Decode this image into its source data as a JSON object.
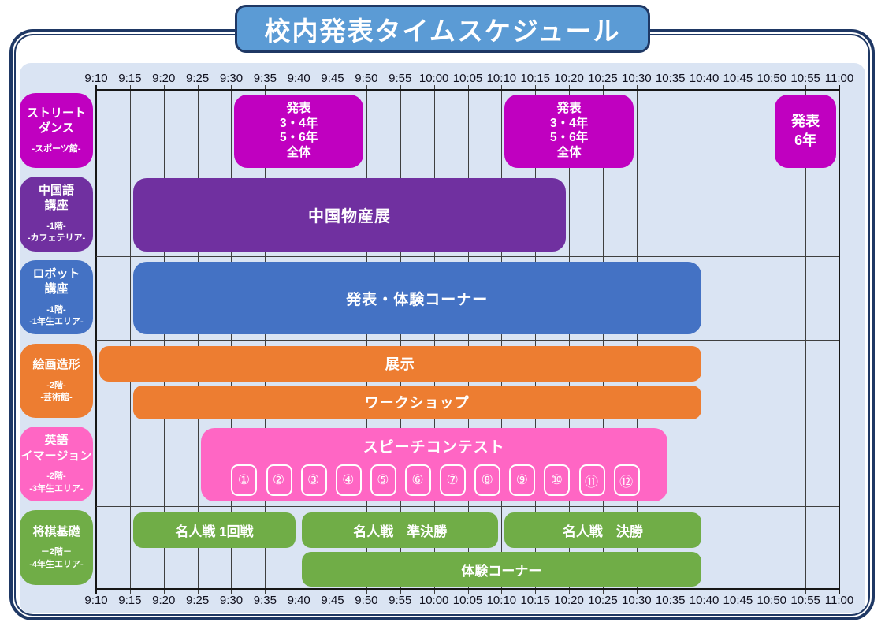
{
  "title": "校内発表タイムスケジュール",
  "colors": {
    "magenta": "#c000c0",
    "purple": "#7030a0",
    "blue": "#4472c4",
    "orange": "#ed7d31",
    "pink": "#ff66c4",
    "green": "#70ad47",
    "title_bg": "#5b9bd5",
    "border_navy": "#1f3864",
    "panel_bg": "#dae4f3",
    "grid_line": "#3f3f3f"
  },
  "axis": {
    "start": "9:10",
    "end": "11:00",
    "step_minutes": 5,
    "labels": [
      "9:10",
      "9:15",
      "9:20",
      "9:25",
      "9:30",
      "9:35",
      "9:40",
      "9:45",
      "9:50",
      "9:55",
      "10:00",
      "10:05",
      "10:10",
      "10:15",
      "10:20",
      "10:25",
      "10:30",
      "10:35",
      "10:40",
      "10:45",
      "10:50",
      "10:55",
      "11:00"
    ]
  },
  "chart_data": {
    "type": "gantt",
    "time_axis": {
      "start": "9:10",
      "end": "11:00",
      "interval_minutes": 5,
      "labels_shown": "top and bottom"
    },
    "rows": [
      {
        "id": "street-dance",
        "label_lines": [
          "ストリート",
          "ダンス"
        ],
        "sublabel_lines": [
          "-スポーツ館-"
        ],
        "color": "#c000c0",
        "bars": [
          {
            "label_lines": [
              "発表",
              "3・4年",
              "5・6年",
              "全体"
            ],
            "start": "9:30",
            "end": "9:50"
          },
          {
            "label_lines": [
              "発表",
              "3・4年",
              "5・6年",
              "全体"
            ],
            "start": "10:10",
            "end": "10:30"
          },
          {
            "label_lines": [
              "発表",
              "6年"
            ],
            "start": "10:50",
            "end": "11:00"
          }
        ]
      },
      {
        "id": "chinese-course",
        "label_lines": [
          "中国語",
          "講座"
        ],
        "sublabel_lines": [
          "-1階-",
          "-カフェテリア-"
        ],
        "color": "#7030a0",
        "bars": [
          {
            "label_lines": [
              "中国物産展"
            ],
            "start": "9:15",
            "end": "10:20"
          }
        ]
      },
      {
        "id": "robot-course",
        "label_lines": [
          "ロボット",
          "講座"
        ],
        "sublabel_lines": [
          "-1階-",
          "-1年生エリア-"
        ],
        "color": "#4472c4",
        "bars": [
          {
            "label_lines": [
              "発表・体験コーナー"
            ],
            "start": "9:15",
            "end": "10:40"
          }
        ]
      },
      {
        "id": "art-modeling",
        "label_lines": [
          "絵画造形"
        ],
        "sublabel_lines": [
          "-2階-",
          "-芸術館-"
        ],
        "color": "#ed7d31",
        "bars": [
          {
            "label_lines": [
              "展示"
            ],
            "start": "9:10",
            "end": "10:40",
            "lane": 0
          },
          {
            "label_lines": [
              "ワークショップ"
            ],
            "start": "9:15",
            "end": "10:40",
            "lane": 1
          }
        ]
      },
      {
        "id": "english-immersion",
        "label_lines": [
          "英語",
          "イマージョン"
        ],
        "sublabel_lines": [
          "-2階-",
          "-3年生エリア-"
        ],
        "color": "#ff66c4",
        "bars": [
          {
            "label_lines": [
              "スピーチコンテスト"
            ],
            "start": "9:25",
            "end": "10:35",
            "slots": {
              "start": "9:30",
              "end": "10:30",
              "items": [
                "①",
                "②",
                "③",
                "④",
                "⑤",
                "⑥",
                "⑦",
                "⑧",
                "⑨",
                "⑩",
                "⑪",
                "⑫"
              ]
            }
          }
        ]
      },
      {
        "id": "shogi-basics",
        "label_lines": [
          "将棋基礎"
        ],
        "sublabel_lines": [
          "－2階－",
          "-4年生エリア-"
        ],
        "color": "#70ad47",
        "bars": [
          {
            "label_lines": [
              "名人戦 1回戦"
            ],
            "start": "9:15",
            "end": "9:40",
            "lane": 0
          },
          {
            "label_lines": [
              "名人戦　準決勝"
            ],
            "start": "9:40",
            "end": "10:10",
            "lane": 0
          },
          {
            "label_lines": [
              "名人戦　決勝"
            ],
            "start": "10:10",
            "end": "10:40",
            "lane": 0
          },
          {
            "label_lines": [
              "体験コーナー"
            ],
            "start": "9:40",
            "end": "10:40",
            "lane": 1
          }
        ]
      }
    ]
  }
}
